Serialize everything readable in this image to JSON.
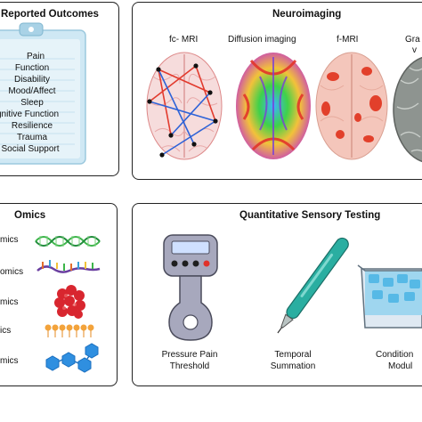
{
  "patient_reported": {
    "title": "Reported Outcomes",
    "items": [
      "Pain",
      "Function",
      "Disability",
      "Mood/Affect",
      "Sleep",
      "gnitive Function",
      "Resilience",
      "Trauma",
      "Social Support"
    ]
  },
  "neuroimaging": {
    "title": "Neuroimaging",
    "labels": [
      "fc- MRI",
      "Diffusion imaging",
      "f-MRI",
      "Gra",
      "v"
    ]
  },
  "omics": {
    "title": "Omics",
    "rows": [
      "mics",
      "omics",
      "mics",
      "ics",
      "mics"
    ]
  },
  "qst": {
    "title": "Quantitative Sensory Testing",
    "items": [
      {
        "line1": "Pressure Pain",
        "line2": "Threshold"
      },
      {
        "line1": "Temporal",
        "line2": "Summation"
      },
      {
        "line1": "Condition",
        "line2": "Modul"
      }
    ]
  },
  "colors": {
    "teal": "#2aaea1",
    "gray_device": "#a7a8bd",
    "brain_pink": "#f3c7bf",
    "red_fmri": "#e2402b"
  }
}
